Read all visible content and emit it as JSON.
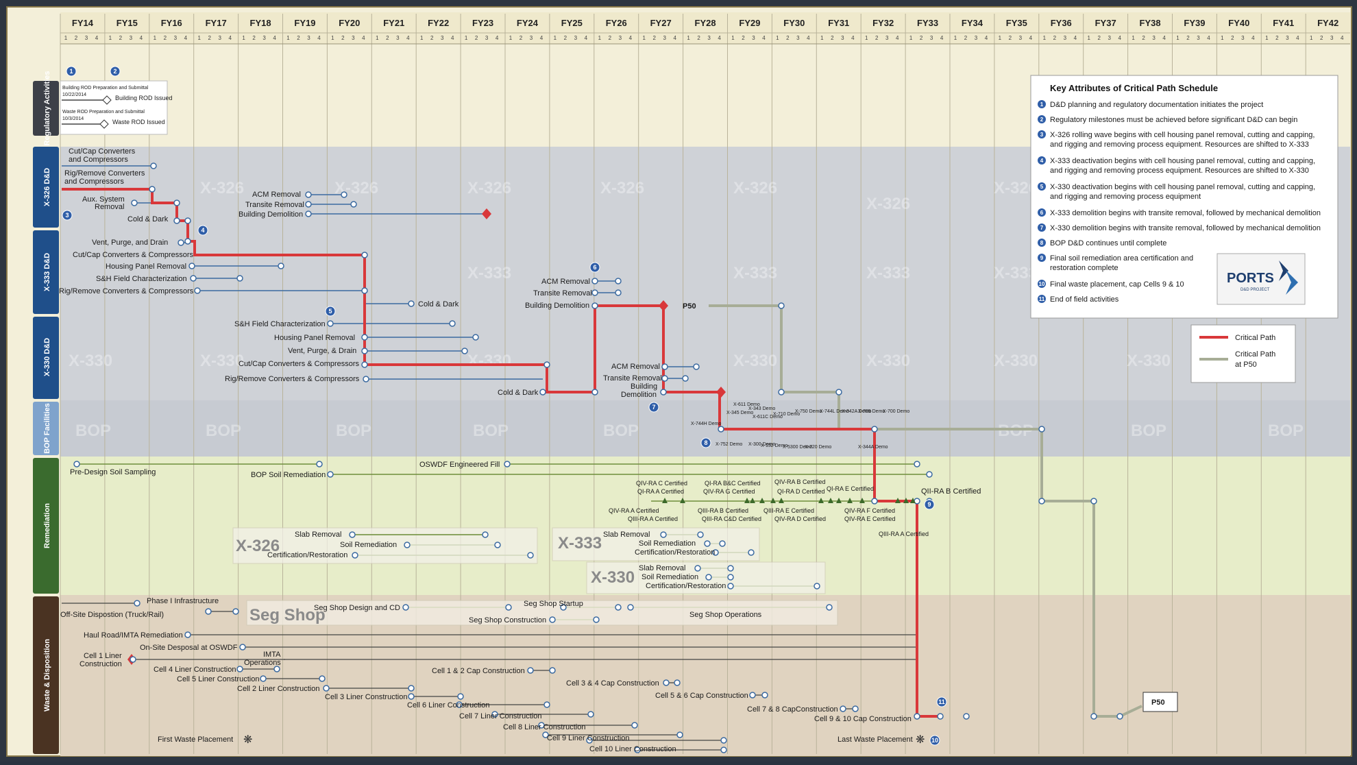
{
  "fiscal_years": [
    "FY14",
    "FY15",
    "FY16",
    "FY17",
    "FY18",
    "FY19",
    "FY20",
    "FY21",
    "FY22",
    "FY23",
    "FY24",
    "FY25",
    "FY26",
    "FY27",
    "FY28",
    "FY29",
    "FY30",
    "FY31",
    "FY32",
    "FY33",
    "FY34",
    "FY35",
    "FY36",
    "FY37",
    "FY38",
    "FY39",
    "FY40",
    "FY41",
    "FY42"
  ],
  "quarter_labels": [
    "1",
    "2",
    "3",
    "4"
  ],
  "rows": {
    "regulatory": "Regulatory Activities",
    "x326": "X-326 D&D",
    "x333": "X-333 D&D",
    "x330": "X-330 D&D",
    "bop": "BOP Facilities",
    "remediation": "Remediation",
    "waste": "Waste & Disposition"
  },
  "watermarks": {
    "x326": "X-326",
    "x333": "X-333",
    "x330": "X-330",
    "bop": "BOP",
    "seg_shop": "Seg Shop"
  },
  "regulatory": {
    "building_rod_prep": "Building ROD Preparation and Submittal",
    "building_rod_date": "10/22/2014",
    "building_rod_issued": "Building ROD Issued",
    "waste_rod_prep": "Waste ROD Preparation and Submittal",
    "waste_rod_date": "10/3/2014",
    "waste_rod_issued": "Waste ROD Issued"
  },
  "x326_tasks": {
    "cutcap_1": "Cut/Cap Converters",
    "cutcap_2": "and Compressors",
    "rig_1": "Rig/Remove Converters",
    "rig_2": "and Compressors",
    "aux_1": "Aux. System",
    "aux_2": "Removal",
    "cold_dark": "Cold & Dark",
    "acm": "ACM Removal",
    "transite": "Transite Removal",
    "bldg_demo": "Building Demolition"
  },
  "x333_tasks": {
    "vent": "Vent, Purge, and Drain",
    "cutcap": "Cut/Cap Converters & Compressors",
    "housing": "Housing Panel Removal",
    "sh": "S&H Field Characterization",
    "rig": "Rig/Remove Converters & Compressors",
    "cold_dark": "Cold & Dark",
    "acm": "ACM Removal",
    "transite": "Transite Removal",
    "bldg_demo": "Building Demolition",
    "p50": "P50"
  },
  "x330_tasks": {
    "sh": "S&H Field Characterization",
    "housing": "Housing Panel Removal",
    "vent": "Vent, Purge, & Drain",
    "cutcap": "Cut/Cap Converters & Compressors",
    "rig": "Rig/Remove Converters & Compressors",
    "cold_dark": "Cold & Dark",
    "acm": "ACM Removal",
    "transite": "Transite Removal",
    "bldg_demo_1": "Building",
    "bldg_demo_2": "Demolition"
  },
  "bop_demos": [
    "X-611 Demo",
    "X-343 Demo",
    "X-611C Demo",
    "X-710 Demo",
    "X-750 Demo",
    "X-744L Demo",
    "X-342A Demo",
    "X-705 Demo",
    "X-700 Demo",
    "X-744H Demo",
    "X-752 Demo",
    "X-300 Demo",
    "X-152 Demo",
    "X-5300 Demo",
    "X-720 Demo",
    "X-344A Demo",
    "X-345 Demo"
  ],
  "remediation": {
    "predesign": "Pre-Design Soil Sampling",
    "bop_soil": "BOP Soil Remediation",
    "oswdf_fill": "OSWDF Engineered Fill",
    "cert_upper": [
      "QIV-RA C Certified",
      "QI-RA A Certified",
      "QI-RA B&C Certified",
      "QIV-RA G Certified",
      "QIV-RA B Certified",
      "QI-RA D Certified",
      "QI-RA E Certified",
      "QII-RA B Certified"
    ],
    "cert_lower": [
      "QIV-RA A Certified",
      "QIII-RA A Certified",
      "QIII-RA B Certified",
      "QIII-RA C&D Certified",
      "QIII-RA E Certified",
      "QIV-RA D Certified",
      "QIV-RA F Certified",
      "QIV-RA E Certified",
      "QIII-RA A Certified"
    ],
    "slab": "Slab Removal",
    "soil": "Soil Remediation",
    "cert": "Certification/Restoration",
    "seg_design": "Seg Shop Design and CD",
    "seg_startup": "Seg Shop Startup",
    "seg_construction": "Seg Shop Construction",
    "seg_ops": "Seg Shop Operations"
  },
  "waste": {
    "phase1": "Phase I Infrastructure",
    "offsite": "Off-Site Dispostion (Truck/Rail)",
    "haul": "Haul Road/IMTA Remediation",
    "onsite": "On-Site Desposal at OSWDF",
    "cell1_1": "Cell 1 Liner",
    "cell1_2": "Construction",
    "imta_1": "IMTA",
    "imta_2": "Operations",
    "cell4": "Cell 4 Liner Construction",
    "cell5": "Cell 5 Liner Construction",
    "cell2": "Cell 2 Liner Construction",
    "cell3": "Cell 3 Liner Construction",
    "cell6": "Cell 6 Liner Construction",
    "cell7": "Cell 7 Liner Construction",
    "cell8": "Cell 8 Liner Construction",
    "cell9": "Cell 9 Liner Construction",
    "cell10": "Cell 10 Liner Construction",
    "cap12": "Cell 1 & 2 Cap Construction",
    "cap34": "Cell 3 & 4 Cap Construction",
    "cap56": "Cell 5 & 6 Cap Construction",
    "cap78": "Cell 7 & 8 CapConstruction",
    "cap910": "Cell 9 & 10 Cap Construction",
    "first_waste": "First Waste Placement",
    "last_waste": "Last Waste Placement",
    "p50": "P50"
  },
  "key": {
    "title": "Key Attributes of Critical Path Schedule",
    "items": [
      [
        "D&D planning and regulatory documentation initiates the project"
      ],
      [
        "Regulatory milestones must be achieved before significant D&D can begin"
      ],
      [
        "X-326 rolling wave begins with cell housing panel removal, cutting and capping,",
        "and rigging and removing process equipment. Resources are shifted to X-333"
      ],
      [
        "X-333 deactivation begins with cell housing panel removal, cutting and capping,",
        "and rigging and removing process equipment. Resources are shifted to X-330"
      ],
      [
        "X-330 deactivation begins with cell housing panel removal, cutting and capping,",
        "and rigging and removing process equipment"
      ],
      [
        "X-333 demolition begins with transite removal, followed by mechanical demolition"
      ],
      [
        "X-330 demolition begins with transite removal, followed by mechanical demolition"
      ],
      [
        "BOP D&D continues until complete"
      ],
      [
        "Final soil remediation area certification and",
        "restoration complete"
      ],
      [
        "Final waste placement, cap Cells 9 & 10"
      ],
      [
        "End of field activities"
      ]
    ]
  },
  "logo": {
    "name": "PORTS",
    "sub": "D&D PROJECT"
  },
  "legend": {
    "critical": "Critical Path",
    "p50_1": "Critical Path",
    "p50_2": "at P50"
  },
  "colors": {
    "critical": "#d9383a",
    "p50": "#a7ad96",
    "task": "#3b6aa0",
    "bg": "#f3efd9",
    "band_blue": "#cfd2d7",
    "band_green": "#e7edc9",
    "band_tan": "#e0d3c0",
    "header": "#efe9cc"
  }
}
